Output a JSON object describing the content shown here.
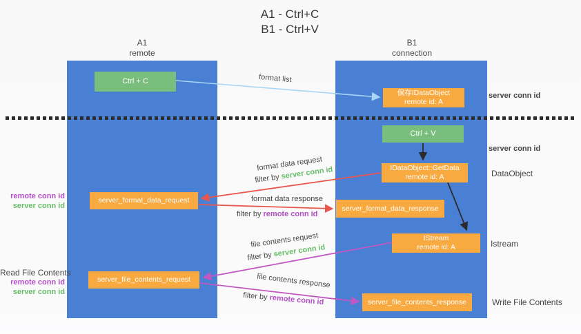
{
  "title": {
    "line1": "A1 - Ctrl+C",
    "line2": "B1 - Ctrl+V"
  },
  "columns": {
    "a": {
      "name": "A1",
      "role": "remote"
    },
    "b": {
      "name": "B1",
      "role": "connection"
    }
  },
  "nodes": {
    "ctrl_c": "Ctrl + C",
    "save_idataobject": {
      "line1": "保存IDataObject",
      "line2": "remote id: A"
    },
    "ctrl_v": "Ctrl + V",
    "getdata": {
      "line1": "IDataObject::GetData",
      "line2": "remote id: A"
    },
    "format_request": "server_format_data_request",
    "format_response": "server_format_data_response",
    "istream": {
      "line1": "IStream",
      "line2": "remote id: A"
    },
    "file_request": "server_file_contents_request",
    "file_response": "server_file_contents_response"
  },
  "flow_labels": {
    "format_list": "format list",
    "format_data_request": "format data request",
    "format_data_response": "format data response",
    "file_contents_request": "file contents request",
    "file_contents_response": "file contents response",
    "filter_by": "filter by",
    "server_conn_id": "server conn id",
    "remote_conn_id": "remote conn id"
  },
  "right_labels": {
    "server_conn_id_top": "server conn id",
    "server_conn_id_mid": "server conn id",
    "data_object": "DataObject",
    "istream": "Istream",
    "write_file_contents": "Write File Contents"
  },
  "left_labels": {
    "remote_conn_id": "remote conn id",
    "server_conn_id": "server conn id",
    "read_file_contents": "Read File Contents"
  },
  "colors": {
    "column_blue": "#4a80d4",
    "node_green": "#79be7d",
    "node_orange": "#f8a93f",
    "arrow_red": "#e8564e",
    "arrow_magenta": "#c257c2",
    "arrow_lightblue": "#a9d5f5",
    "arrow_black": "#2b2b2b",
    "id_green": "#67bd69",
    "id_purple": "#b44ec6"
  }
}
